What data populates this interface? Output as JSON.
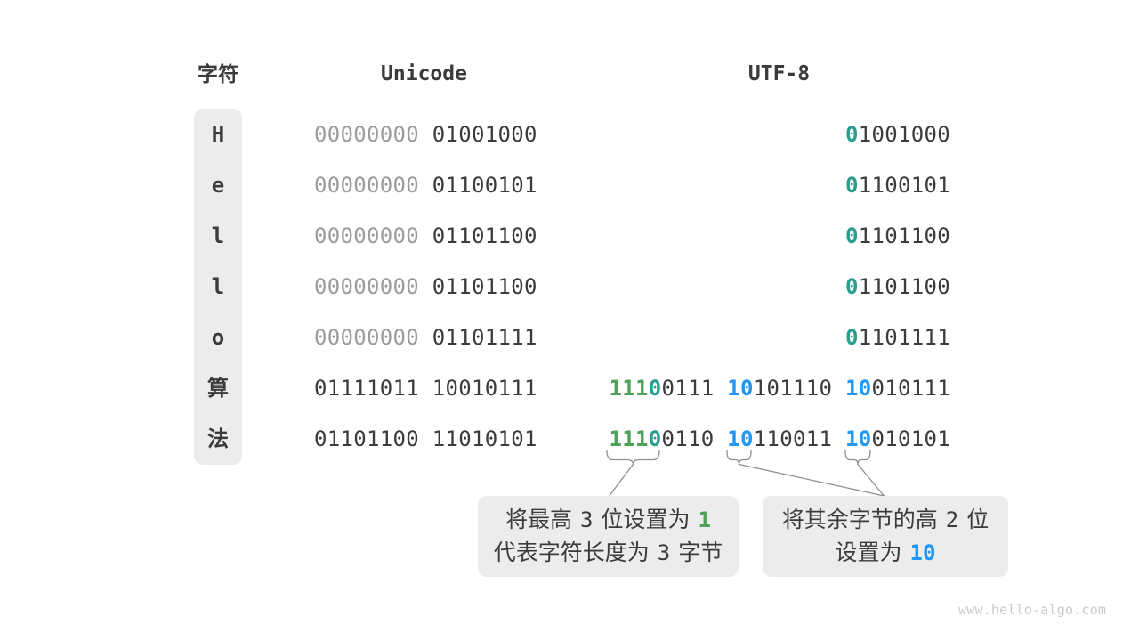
{
  "colors": {
    "dark": "#3B3B3B",
    "gray": "#9C9C9C",
    "green": "#4FA058",
    "teal": "#2A9D8F",
    "blue": "#2196F3",
    "panel_bg": "#ECECEC",
    "connector": "#8E8E8E",
    "watermark": "#CBCBCB"
  },
  "header": {
    "char": "字符",
    "unicode": "Unicode",
    "utf8": "UTF-8"
  },
  "rows": [
    {
      "char": "H",
      "unicode": [
        {
          "t": "00000000 ",
          "c": "gray"
        },
        {
          "t": "01001000",
          "c": "dark"
        }
      ],
      "utf8": [
        {
          "t": "0",
          "c": "teal"
        },
        {
          "t": "1001000",
          "c": "dark"
        }
      ]
    },
    {
      "char": "e",
      "unicode": [
        {
          "t": "00000000 ",
          "c": "gray"
        },
        {
          "t": "01100101",
          "c": "dark"
        }
      ],
      "utf8": [
        {
          "t": "0",
          "c": "teal"
        },
        {
          "t": "1100101",
          "c": "dark"
        }
      ]
    },
    {
      "char": "l",
      "unicode": [
        {
          "t": "00000000 ",
          "c": "gray"
        },
        {
          "t": "01101100",
          "c": "dark"
        }
      ],
      "utf8": [
        {
          "t": "0",
          "c": "teal"
        },
        {
          "t": "1101100",
          "c": "dark"
        }
      ]
    },
    {
      "char": "l",
      "unicode": [
        {
          "t": "00000000 ",
          "c": "gray"
        },
        {
          "t": "01101100",
          "c": "dark"
        }
      ],
      "utf8": [
        {
          "t": "0",
          "c": "teal"
        },
        {
          "t": "1101100",
          "c": "dark"
        }
      ]
    },
    {
      "char": "o",
      "unicode": [
        {
          "t": "00000000 ",
          "c": "gray"
        },
        {
          "t": "01101111",
          "c": "dark"
        }
      ],
      "utf8": [
        {
          "t": "0",
          "c": "teal"
        },
        {
          "t": "1101111",
          "c": "dark"
        }
      ]
    },
    {
      "char": "算",
      "unicode": [
        {
          "t": "01111011 ",
          "c": "dark"
        },
        {
          "t": "10010111",
          "c": "dark"
        }
      ],
      "utf8": [
        {
          "t": "111",
          "c": "green"
        },
        {
          "t": "0",
          "c": "teal"
        },
        {
          "t": "0111 ",
          "c": "dark"
        },
        {
          "t": "10",
          "c": "blue"
        },
        {
          "t": "101110 ",
          "c": "dark"
        },
        {
          "t": "10",
          "c": "blue"
        },
        {
          "t": "010111",
          "c": "dark"
        }
      ]
    },
    {
      "char": "法",
      "unicode": [
        {
          "t": "01101100 ",
          "c": "dark"
        },
        {
          "t": "11010101",
          "c": "dark"
        }
      ],
      "utf8": [
        {
          "t": "111",
          "c": "green"
        },
        {
          "t": "0",
          "c": "teal"
        },
        {
          "t": "0110 ",
          "c": "dark"
        },
        {
          "t": "10",
          "c": "blue"
        },
        {
          "t": "110011 ",
          "c": "dark"
        },
        {
          "t": "10",
          "c": "blue"
        },
        {
          "t": "010101",
          "c": "dark"
        }
      ]
    }
  ],
  "annotations": {
    "leading_byte": {
      "lines": [
        [
          {
            "t": "将最高",
            "c": "text"
          },
          {
            "t": "3",
            "c": "num"
          },
          {
            "t": "位设置为",
            "c": "text"
          },
          {
            "t": "1",
            "c": "green"
          }
        ],
        [
          {
            "t": "代表字符长度为",
            "c": "text"
          },
          {
            "t": "3",
            "c": "num"
          },
          {
            "t": "字节",
            "c": "text"
          }
        ]
      ]
    },
    "continuation_byte": {
      "lines": [
        [
          {
            "t": "将其余字节的高",
            "c": "text"
          },
          {
            "t": "2",
            "c": "num"
          },
          {
            "t": "位",
            "c": "text"
          }
        ],
        [
          {
            "t": "设置为",
            "c": "text"
          },
          {
            "t": "10",
            "c": "blue"
          }
        ]
      ]
    }
  },
  "watermark": "www.hello-algo.com"
}
